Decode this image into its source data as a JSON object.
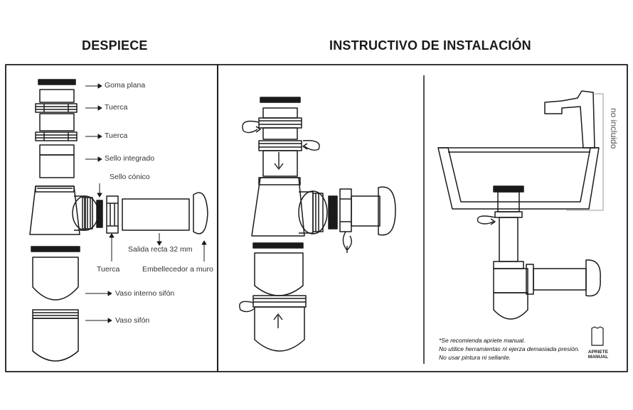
{
  "headers": {
    "left": "DESPIECE",
    "right": "INSTRUCTIVO DE INSTALACIÓN"
  },
  "parts": {
    "goma_plana": "Goma plana",
    "tuerca_1": "Tuerca",
    "tuerca_2": "Tuerca",
    "sello_integrado": "Sello integrado",
    "sello_conico": "Sello cónico",
    "salida_recta": "Salida recta 32 mm",
    "tuerca_3": "Tuerca",
    "embellecedor": "Embellecedor a muro",
    "vaso_interno": "Vaso interno sifón",
    "vaso_sifon": "Vaso sifón"
  },
  "install": {
    "no_incluido": "no incluido",
    "note_line1": "*Se recomienda apriete manual.",
    "note_line2": "No utilice herramientas ni ejerza demasiada presión.",
    "note_line3": "No usar pintura ni sellante.",
    "fist_line1": "APRIETE",
    "fist_line2": "MANUAL"
  }
}
